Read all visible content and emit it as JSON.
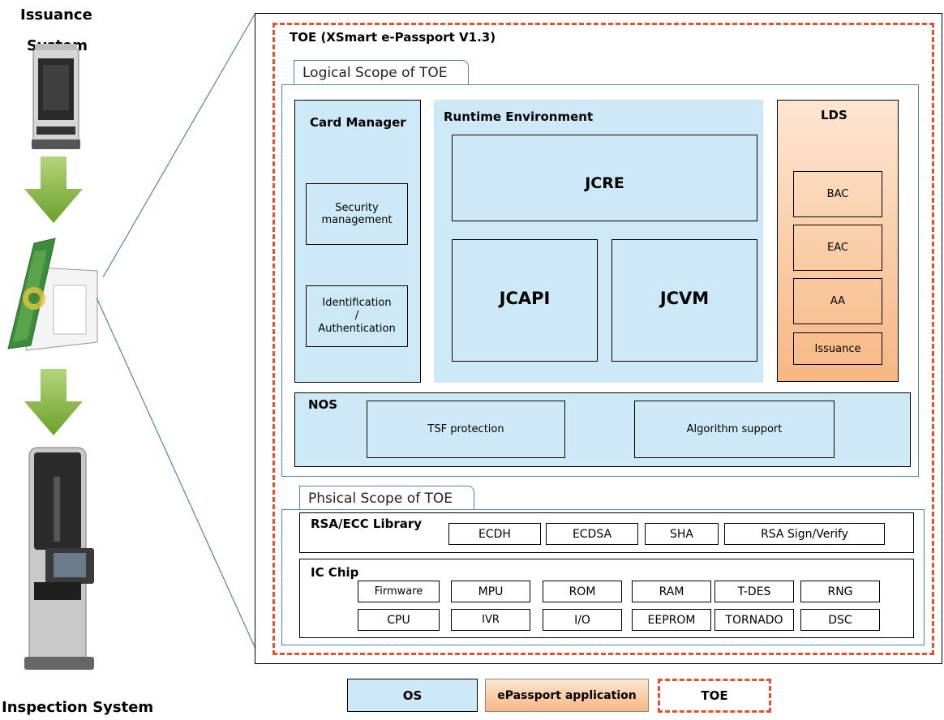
{
  "side": {
    "issuance_title_line1": "Issuance",
    "issuance_title_line2": "System",
    "inspection_title": "Inspection System"
  },
  "toe": {
    "title": "TOE (XSmart e-Passport V1.3)",
    "logical_scope_label": "Logical Scope of TOE",
    "physical_scope_label": "Phsical Scope of TOE"
  },
  "card_manager": {
    "title": "Card Manager",
    "security_management": "Security management",
    "identification_line1": "Identification",
    "identification_line2": "/",
    "identification_line3": "Authentication"
  },
  "runtime": {
    "title": "Runtime Environment",
    "jcre": "JCRE",
    "jcapi": "JCAPI",
    "jcvm": "JCVM"
  },
  "lds": {
    "title": "LDS",
    "items": [
      "BAC",
      "EAC",
      "AA",
      "Issuance"
    ]
  },
  "nos": {
    "title": "NOS",
    "tsf_protection": "TSF protection",
    "algorithm_support": "Algorithm support"
  },
  "rsa_library": {
    "title": "RSA/ECC Library",
    "items": [
      "ECDH",
      "ECDSA",
      "SHA",
      "RSA Sign/Verify"
    ]
  },
  "ic_chip": {
    "title": "IC Chip",
    "row1": [
      "Firmware",
      "MPU",
      "ROM",
      "RAM",
      "T-DES",
      "RNG"
    ],
    "row2": [
      "CPU",
      "IVR",
      "I/O",
      "EEPROM",
      "TORNADO",
      "DSC"
    ]
  },
  "legend": {
    "os": "OS",
    "epassport": "ePassport application",
    "toe": "TOE"
  },
  "colors": {
    "os_blue": "#cde9f7",
    "app_orange": "#f7b783",
    "toe_red": "#e8502b",
    "scope_blue": "#4f81bd",
    "arrow_green": "#7dae2e"
  }
}
